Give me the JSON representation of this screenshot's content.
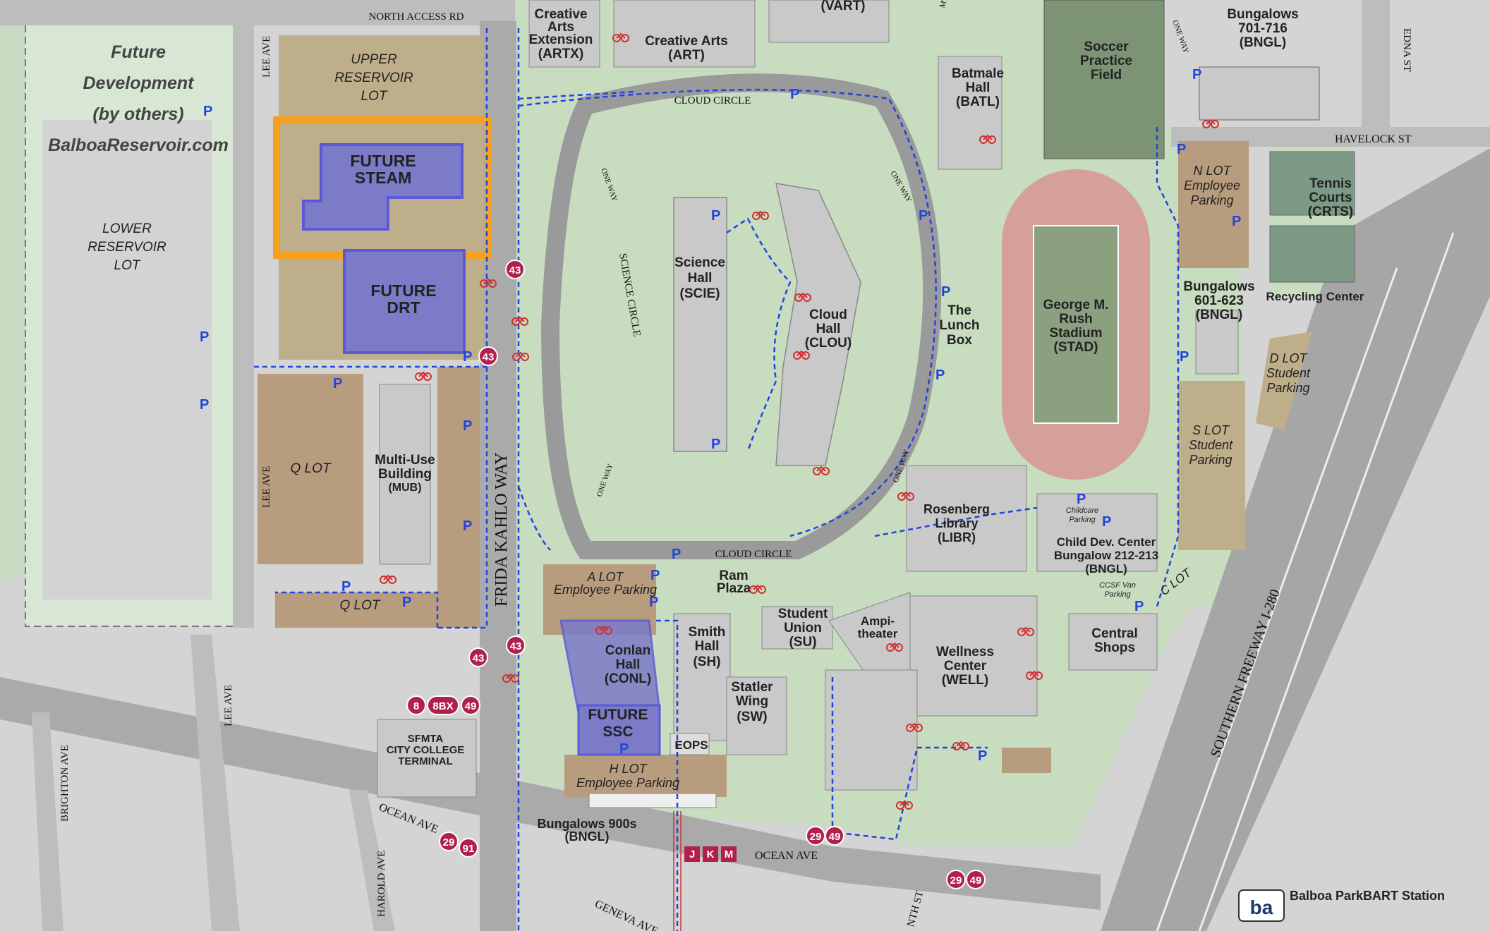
{
  "title_block": {
    "future_dev": [
      "Future",
      "Development",
      "(by others)"
    ],
    "website": "BalboaReservoir.com"
  },
  "streets": {
    "north_access": "NORTH ACCESS RD",
    "lee_ave": "LEE AVE",
    "frida": "FRIDA KAHLO WAY",
    "cloud_circle": "CLOUD CIRCLE",
    "science_circle": "SCIENCE CIRCLE",
    "one_way": "ONE WAY",
    "havelock": "HAVELOCK ST",
    "edna": "EDNA ST",
    "ocean": "OCEAN AVE",
    "brighton": "BRIGHTON AVE",
    "harold": "HAROLD AVE",
    "geneva": "GENEVA AVE",
    "freeway": "SOUTHERN FREEWAY I-280",
    "nth": "NTH ST",
    "mt": "MT"
  },
  "lots": {
    "upper_reservoir": [
      "UPPER",
      "RESERVOIR",
      "LOT"
    ],
    "lower_reservoir": [
      "LOWER",
      "RESERVOIR",
      "LOT"
    ],
    "q_lot": "Q LOT",
    "a_lot": [
      "A LOT",
      "Employee Parking"
    ],
    "h_lot": [
      "H LOT",
      "Employee Parking"
    ],
    "n_lot": [
      "N LOT",
      "Employee",
      "Parking"
    ],
    "s_lot": [
      "S LOT",
      "Student",
      "Parking"
    ],
    "d_lot": [
      "D LOT",
      "Student",
      "Parking"
    ],
    "c_lot": "C LOT",
    "childcare": [
      "Childcare",
      "Parking"
    ],
    "ccsf_van": [
      "CCSF Van",
      "Parking"
    ]
  },
  "buildings": {
    "artx": [
      "Creative",
      "Arts",
      "Extension",
      "(ARTX)"
    ],
    "art": [
      "Creative Arts",
      "(ART)"
    ],
    "vart": "(VART)",
    "batl": [
      "Batmale",
      "Hall",
      "(BATL)"
    ],
    "soccer": [
      "Soccer",
      "Practice",
      "Field"
    ],
    "bngl701": [
      "Bungalows",
      "701-716",
      "(BNGL)"
    ],
    "tennis": [
      "Tennis",
      "Courts",
      "(CRTS)"
    ],
    "recycling": "Recycling Center",
    "bngl601": [
      "Bungalows",
      "601-623",
      "(BNGL)"
    ],
    "scie": [
      "Science",
      "Hall",
      "(SCIE)"
    ],
    "clou": [
      "Cloud",
      "Hall",
      "(CLOU)"
    ],
    "lunch": [
      "The",
      "Lunch",
      "Box"
    ],
    "stadium": [
      "George M.",
      "Rush",
      "Stadium",
      "(STAD)"
    ],
    "libr": [
      "Rosenberg",
      "Library",
      "(LIBR)"
    ],
    "child_dev": [
      "Child Dev. Center",
      "Bungalow 212-213",
      "(BNGL)"
    ],
    "mub": [
      "Multi-Use",
      "Building",
      "(MUB)"
    ],
    "ram": [
      "Ram",
      "Plaza"
    ],
    "su": [
      "Student",
      "Union",
      "(SU)"
    ],
    "amph": [
      "Ampi-",
      "theater"
    ],
    "well": [
      "Wellness",
      "Center",
      "(WELL)"
    ],
    "central": [
      "Central",
      "Shops"
    ],
    "conl": [
      "Conlan",
      "Hall",
      "(CONL)"
    ],
    "sh": [
      "Smith",
      "Hall",
      "(SH)"
    ],
    "sw": [
      "Statler",
      "Wing",
      "(SW)"
    ],
    "eops": "EOPS",
    "bngl900": [
      "Bungalows 900s",
      "(BNGL)"
    ],
    "sfmta": [
      "SFMTA",
      "CITY COLLEGE",
      "TERMINAL"
    ]
  },
  "future": {
    "steam": [
      "FUTURE",
      "STEAM"
    ],
    "drt": [
      "FUTURE",
      "DRT"
    ],
    "ssc": [
      "FUTURE",
      "SSC"
    ]
  },
  "symbols": {
    "parking": "P"
  },
  "bus_routes": [
    "43",
    "8",
    "8BX",
    "49",
    "29",
    "91"
  ],
  "muni_lines": [
    "J",
    "K",
    "M"
  ],
  "bart": {
    "label": "Balboa ParkBART Station",
    "logo": "ba"
  },
  "colors": {
    "campus_green": "#c8dcc0",
    "building": "#c9c9c9",
    "lot": "#b89c7e",
    "future_blue": "#7b7bc8",
    "steam_orange": "#f5a020",
    "bus_red": "#b0204a",
    "path_blue": "#2244dd",
    "track": "#d6a09a"
  }
}
